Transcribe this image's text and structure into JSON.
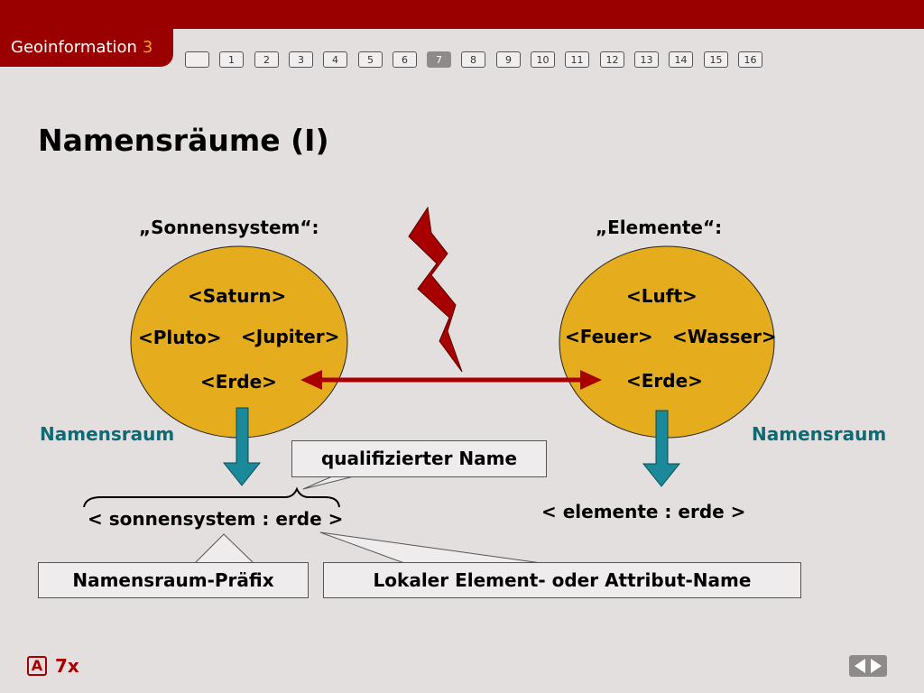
{
  "header": {
    "brand": "Geoinformation",
    "brand_number": "3",
    "nav_pages": [
      "",
      "1",
      "2",
      "3",
      "4",
      "5",
      "6",
      "7",
      "8",
      "9",
      "10",
      "11",
      "12",
      "13",
      "14",
      "15",
      "16"
    ],
    "active_page": "7"
  },
  "slide": {
    "title": "Namensräume (I)",
    "left": {
      "heading": "„Sonnensystem“:",
      "elements": [
        "<Saturn>",
        "<Pluto>",
        "<Jupiter>",
        "<Erde>"
      ],
      "caption": "Namensraum",
      "qname": "< sonnensystem : erde >"
    },
    "right": {
      "heading": "„Elemente“:",
      "elements": [
        "<Luft>",
        "<Feuer>",
        "<Wasser>",
        "<Erde>"
      ],
      "caption": "Namensraum",
      "qname": "< elemente : erde >"
    },
    "callouts": {
      "qualified": "qualifizierter Name",
      "prefix": "Namensraum-Präfix",
      "local": "Lokaler Element- oder Attribut-Name"
    },
    "colors": {
      "ellipse": "#e5ad1e",
      "conflict": "#a80000",
      "arrow": "#1a8a9a",
      "caption": "#0e6b76"
    }
  },
  "footer": {
    "icon_letter": "A",
    "text": "7x"
  }
}
